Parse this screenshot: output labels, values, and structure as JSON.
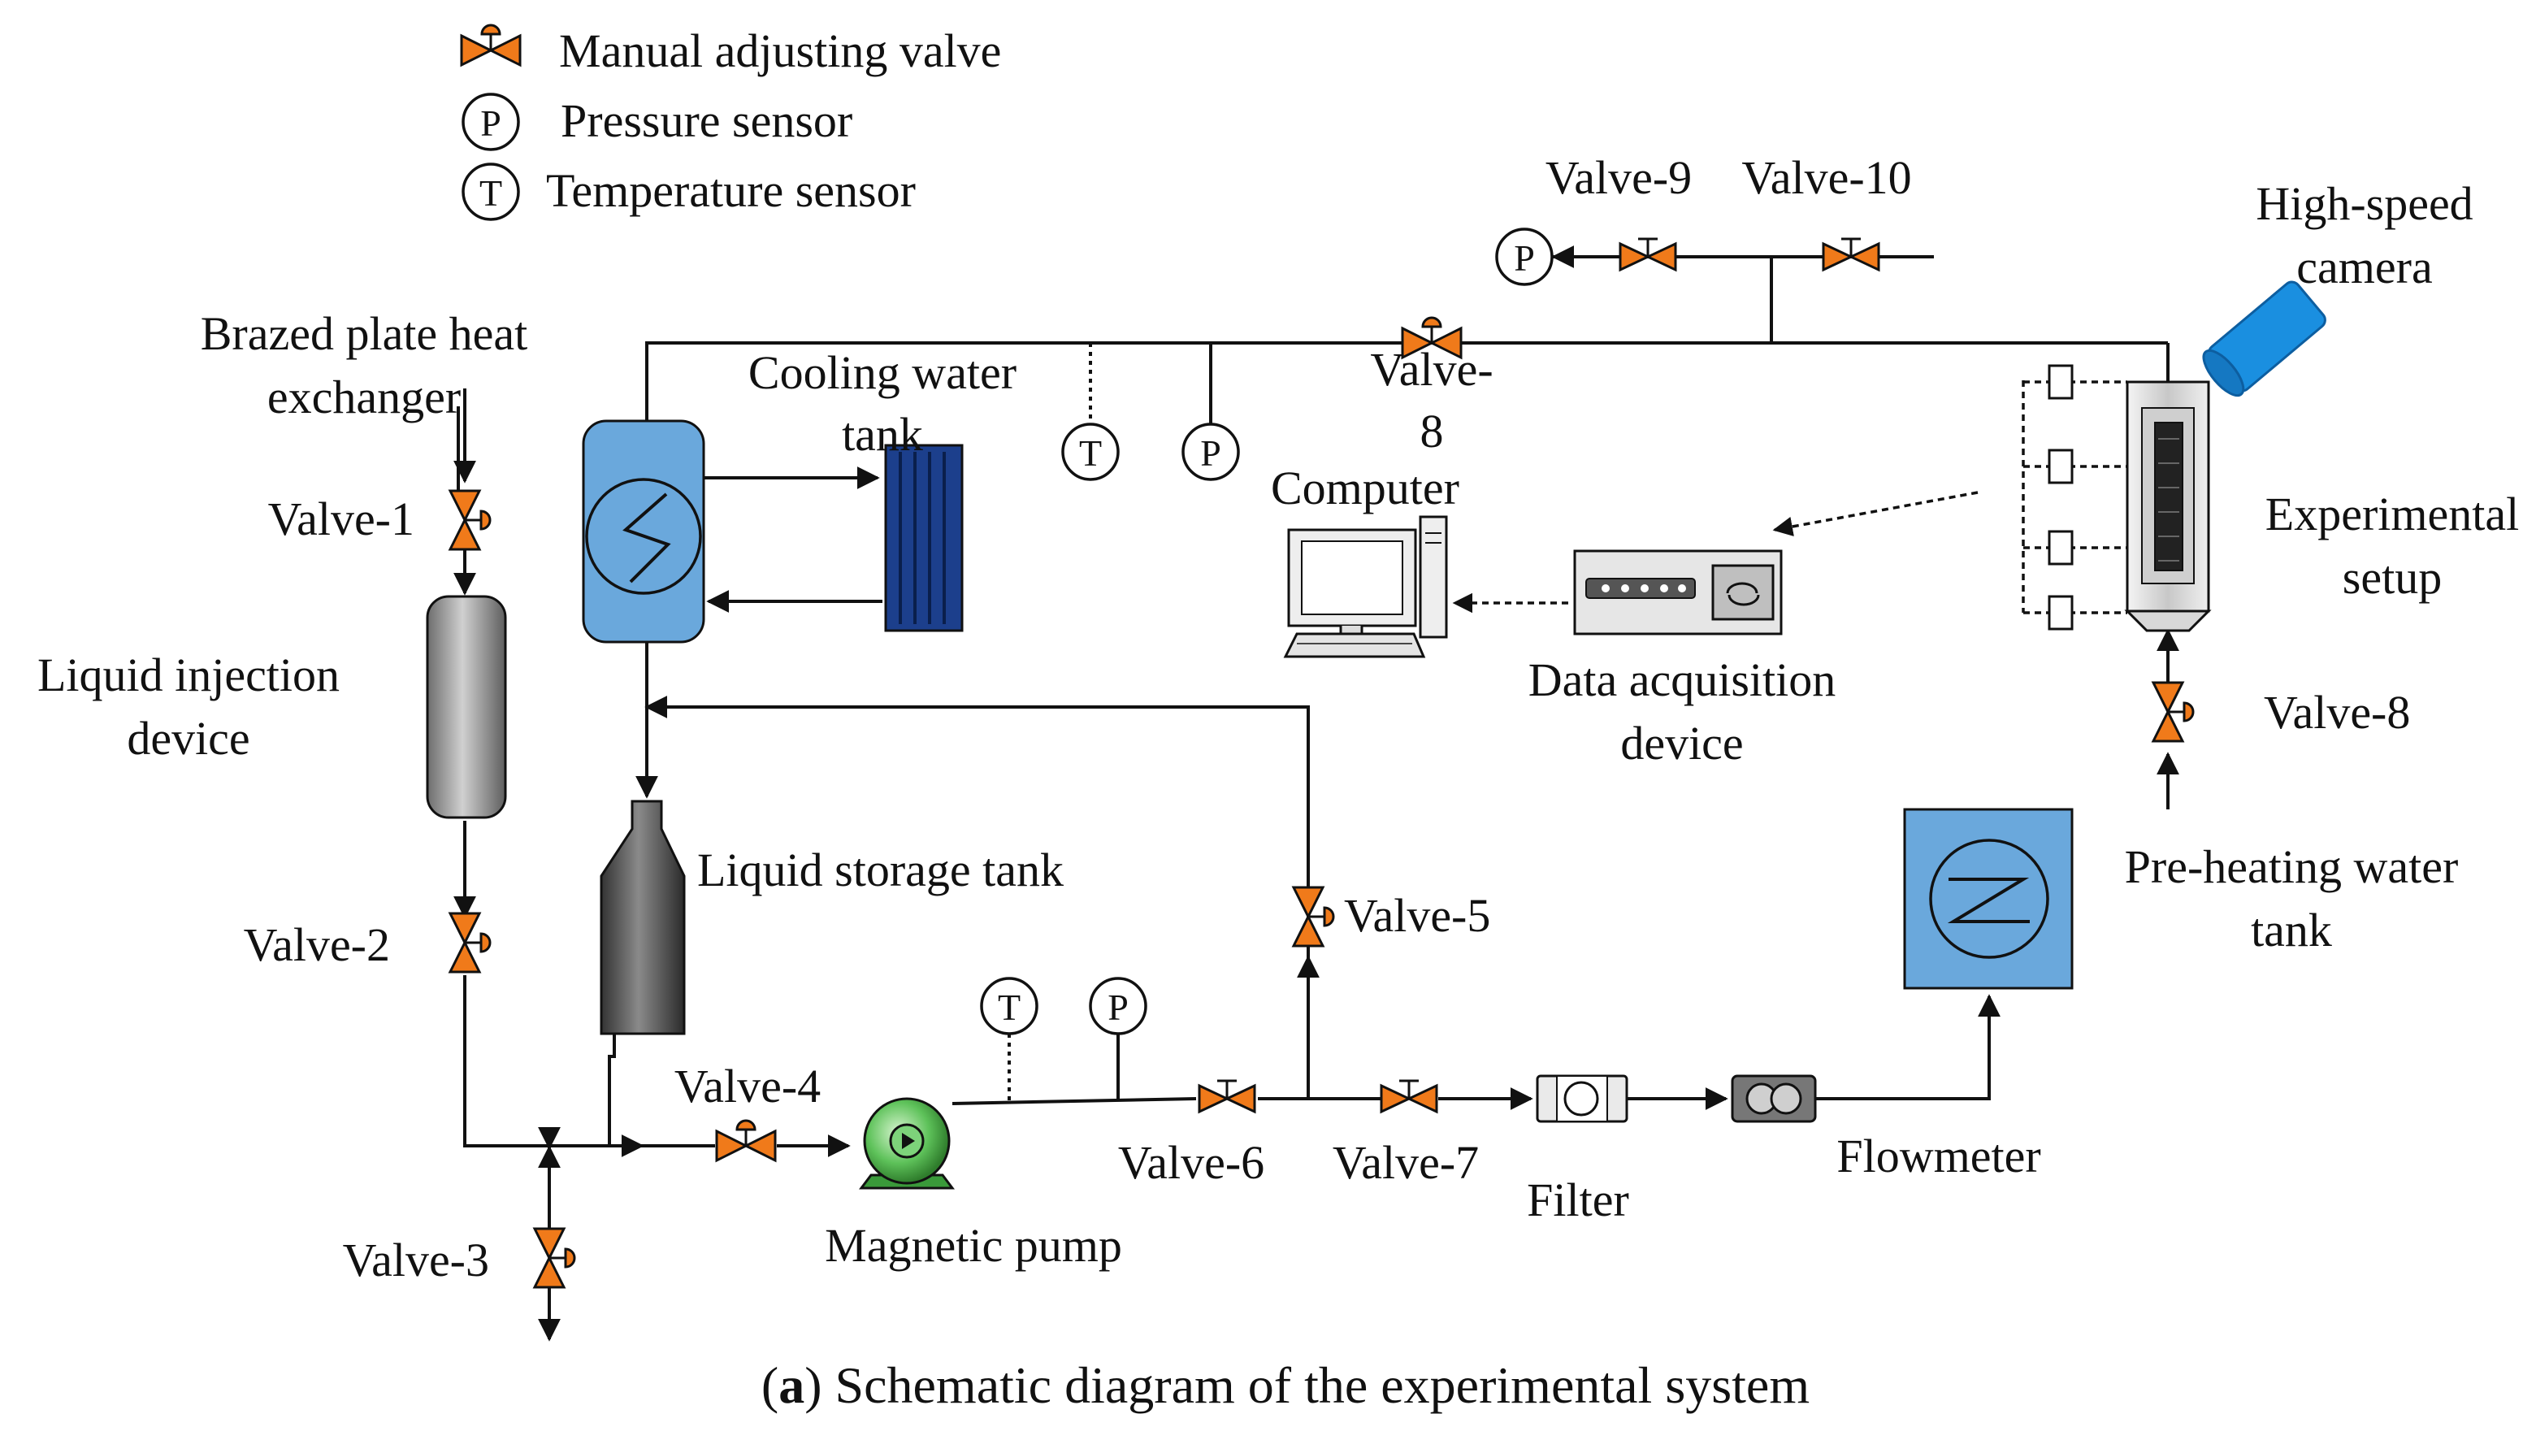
{
  "legend": {
    "manual_valve": "Manual adjusting valve",
    "pressure_sensor": "Pressure sensor",
    "temperature_sensor": "Temperature sensor",
    "sensor_p_symbol": "P",
    "sensor_t_symbol": "T"
  },
  "labels": {
    "brazed_line1": "Brazed plate heat",
    "brazed_line2": "exchanger",
    "valve1": "Valve-1",
    "liquid_injection_line1": "Liquid injection",
    "liquid_injection_line2": "device",
    "valve2": "Valve-2",
    "valve3": "Valve-3",
    "valve4": "Valve-4",
    "valve5": "Valve-5",
    "valve6": "Valve-6",
    "valve7": "Valve-7",
    "valve8_top_line1": "Valve-",
    "valve8_top_line2": "8",
    "valve8_right": "Valve-8",
    "valve9": "Valve-9",
    "valve10": "Valve-10",
    "cooling_line1": "Cooling water",
    "cooling_line2": "tank",
    "computer": "Computer",
    "daq_line1": "Data acquisition",
    "daq_line2": "device",
    "camera_line1": "High-speed",
    "camera_line2": "camera",
    "experimental_line1": "Experimental",
    "experimental_line2": "setup",
    "storage_tank": "Liquid storage tank",
    "preheat_line1": "Pre-heating water",
    "preheat_line2": "tank",
    "magnetic_pump": "Magnetic pump",
    "filter": "Filter",
    "flowmeter": "Flowmeter"
  },
  "caption": {
    "letter": "a",
    "text": " Schematic diagram of the experimental system"
  },
  "colors": {
    "valve_orange": "#f07a1a",
    "tank_blue": "#6aa8dc",
    "cooler_blue": "#1c3f8c",
    "camera_blue": "#1a8fe0",
    "pump_green": "#4fb84f",
    "cylinder_gray": "#9a9a9a",
    "storage_gray": "#555555"
  }
}
